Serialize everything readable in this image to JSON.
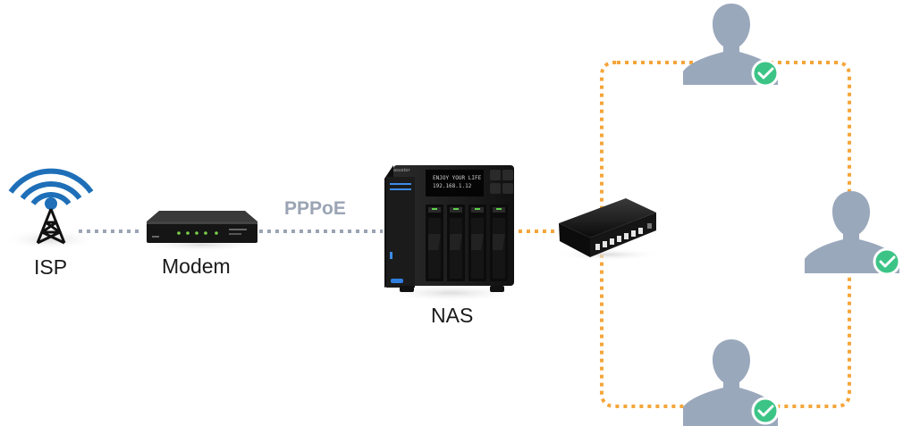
{
  "labels": {
    "isp": "ISP",
    "modem": "Modem",
    "nas": "NAS",
    "connection": "PPPoE"
  },
  "nas_display": {
    "line1": "ENJOY YOUR LIFE",
    "line2": "192.168.1.12",
    "brand": "asustor"
  },
  "icons": {
    "isp": "antenna-tower-icon",
    "modem": "modem-icon",
    "nas": "nas-device-icon",
    "switch": "network-switch-icon",
    "user": "user-silhouette-icon",
    "check": "check-badge-icon"
  },
  "colors": {
    "wan_link": "#9aa4b4",
    "lan_link": "#f5a53a",
    "user": "#9aa8bc",
    "check": "#3cc486",
    "wifi": "#1e6fb8"
  }
}
